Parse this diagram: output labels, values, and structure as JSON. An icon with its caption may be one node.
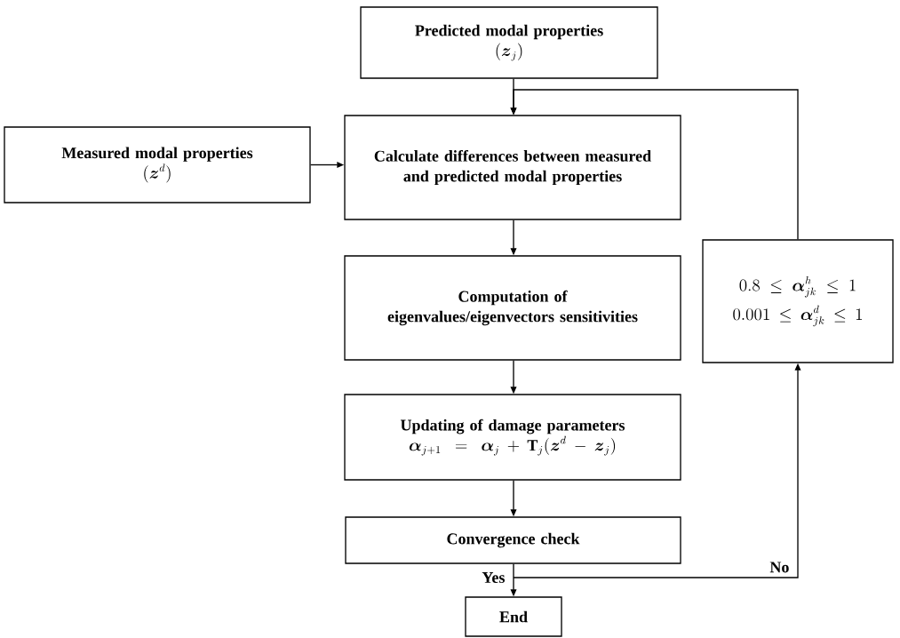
{
  "diagram": {
    "nodes": [
      {
        "text": [
          "Predicted modal properties",
          "(\\boldsymbol{z}_j)"
        ]
      },
      {
        "text": [
          "Measured modal properties",
          "(\\boldsymbol{z}^d)"
        ]
      },
      {
        "text": [
          "Calculate differences between measured and predicted modal properties"
        ]
      },
      {
        "text": [
          "Computation of eigenvalues/eigenvectors sensitivities"
        ]
      },
      {
        "text": [
          "Updating of damage parameters",
          "\\boldsymbol{\\alpha}_{j+1} = \\boldsymbol{\\alpha}_j + \\mathbf{T}_j(\\boldsymbol{z}^d - \\boldsymbol{z}_j)"
        ]
      },
      {
        "text": [
          "Convergence check"
        ]
      },
      {
        "text": [
          "End"
        ]
      },
      {
        "text": [
          "0.8 \\le \\boldsymbol{\\alpha}_{jk}^h \\le 1",
          "0.001 \\le \\boldsymbol{\\alpha}_{jk}^d \\le 1"
        ]
      }
    ],
    "edges": [
      {
        "from": 0,
        "to": 2,
        "arrow": "to"
      },
      {
        "from": 1,
        "to": 2,
        "arrow": "to"
      },
      {
        "from": 2,
        "to": 3,
        "arrow": "to"
      },
      {
        "from": 3,
        "to": 4,
        "arrow": "to"
      },
      {
        "from": 4,
        "to": 5,
        "arrow": "to"
      },
      {
        "from": 5,
        "to": 6,
        "arrow": "to",
        "label": "Yes"
      },
      {
        "from": 5,
        "to": 7,
        "arrow": "to",
        "label": "No"
      },
      {
        "from": 7,
        "to": 2,
        "arrow": "to"
      }
    ]
  }
}
